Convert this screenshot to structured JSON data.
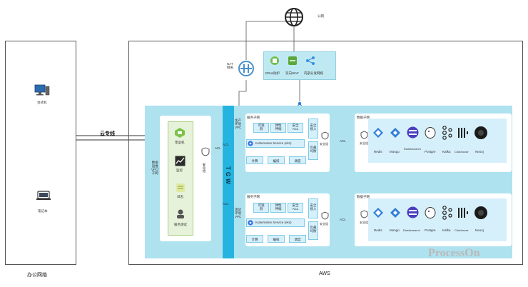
{
  "office": {
    "label": "办公网络",
    "desktop": "台式机",
    "laptop": "笔记本"
  },
  "aws": {
    "label": "AWS"
  },
  "internet": {
    "label": "公网"
  },
  "nat": {
    "label": "NAT\n网关"
  },
  "dedicated_line": {
    "label": "云专线"
  },
  "edge_services": [
    "DDos防护",
    "双向WAF",
    "内部分发网络"
  ],
  "tgw": {
    "label": "TGW"
  },
  "ops_vpc": {
    "label": "数据\n运维\nVPC/\n子网",
    "tools": [
      "堡垒机",
      "监控",
      "日志",
      "服务测试"
    ],
    "security_group": "安全组"
  },
  "acl": "ACL",
  "vpcs": [
    {
      "label": "生产\n环境\nVPC",
      "app_subnet": "服务子网",
      "tags": [
        "可观\n测",
        "弹性\n伸缩",
        "安全\nACL"
      ],
      "k8s": "Kubernetes Service (eks)",
      "services": [
        "计算",
        "编排",
        "调度"
      ],
      "side": [
        "安全\n接入",
        "负载\n均衡"
      ],
      "security_group": "安全组",
      "data_subnet": "数据子网",
      "databases": [
        "Redis",
        "Mongo",
        "Elasticsearch",
        "Postgre",
        "Kafka",
        "Clickhouse",
        "Neo4j"
      ]
    },
    {
      "label": "测试\n环境\nVPC",
      "app_subnet": "服务子网",
      "tags": [
        "可观\n测",
        "弹性\n伸缩",
        "安全\nACL"
      ],
      "k8s": "Kubernetes Service (eks)",
      "services": [
        "计算",
        "编排",
        "调度"
      ],
      "side": [
        "安全\n接入",
        "负载\n均衡"
      ],
      "security_group": "安全组",
      "data_subnet": "数据子网",
      "databases": [
        "Redis",
        "Mongo",
        "Elasticsearch",
        "Postgre",
        "Kafka",
        "Clickhouse",
        "Neo4j"
      ]
    }
  ],
  "watermark": "ProcessOn"
}
